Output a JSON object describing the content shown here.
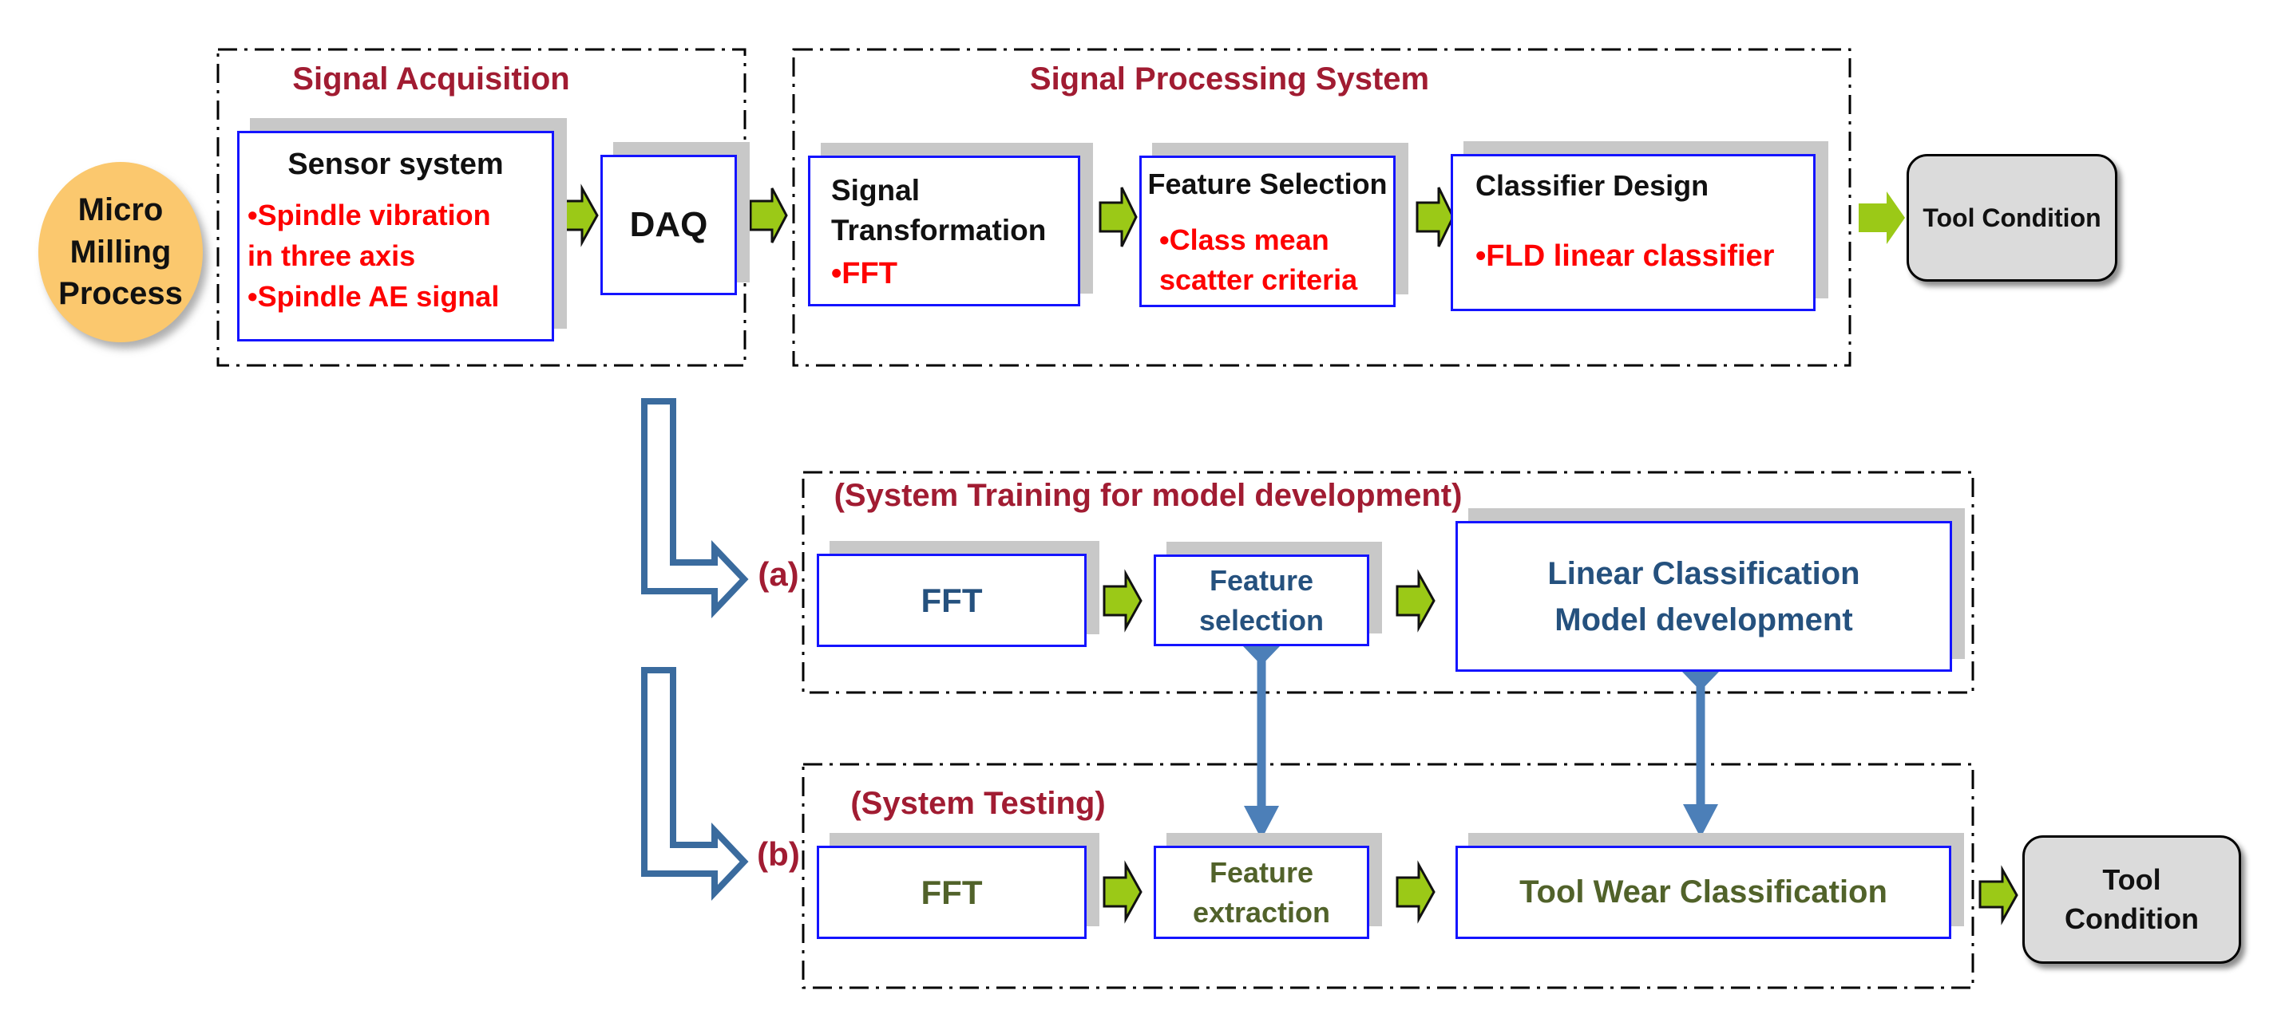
{
  "colors": {
    "section_title_red": "#A11C32",
    "bullet_red": "#FE0000",
    "box_border_blue": "#1414FF",
    "box_shadow_gray": "#C8C8C8",
    "flow_arrow_green": "#9BC917",
    "connector_steel_blue": "#4C7FB8",
    "elbow_arrow_blue": "#3A6B9E",
    "training_text_blue": "#25517E",
    "testing_text_olive": "#51622A",
    "ellipse_fill": "#FBC86E",
    "tool_condition_fill": "#DBDBDB"
  },
  "process_ellipse": {
    "label": "Micro\nMilling\nProcess"
  },
  "signal_acquisition": {
    "title": "Signal Acquisition",
    "sensor_box": {
      "heading": "Sensor system",
      "bullets": [
        "•Spindle vibration\nin three axis",
        "•Spindle AE signal"
      ]
    },
    "daq_label": "DAQ"
  },
  "signal_processing": {
    "title": "Signal Processing System",
    "signal_transformation": {
      "heading": "Signal\nTransformation",
      "bullet": "•FFT"
    },
    "feature_selection": {
      "heading": "Feature Selection",
      "bullet": "•Class mean\nscatter criteria"
    },
    "classifier_design": {
      "heading": "Classifier Design",
      "bullet": "•FLD linear classifier"
    }
  },
  "tool_condition_top": {
    "label": "Tool Condition"
  },
  "training_row": {
    "label": "(a)",
    "title": "(System Training for model development)",
    "fft_label": "FFT",
    "feature_selection_label": "Feature\nselection",
    "model_label": "Linear Classification\nModel development"
  },
  "testing_row": {
    "label": "(b)",
    "title": "(System Testing)",
    "fft_label": "FFT",
    "feature_extraction_label": "Feature\nextraction",
    "classification_label": "Tool Wear Classification",
    "tool_condition_label": "Tool\nCondition"
  }
}
